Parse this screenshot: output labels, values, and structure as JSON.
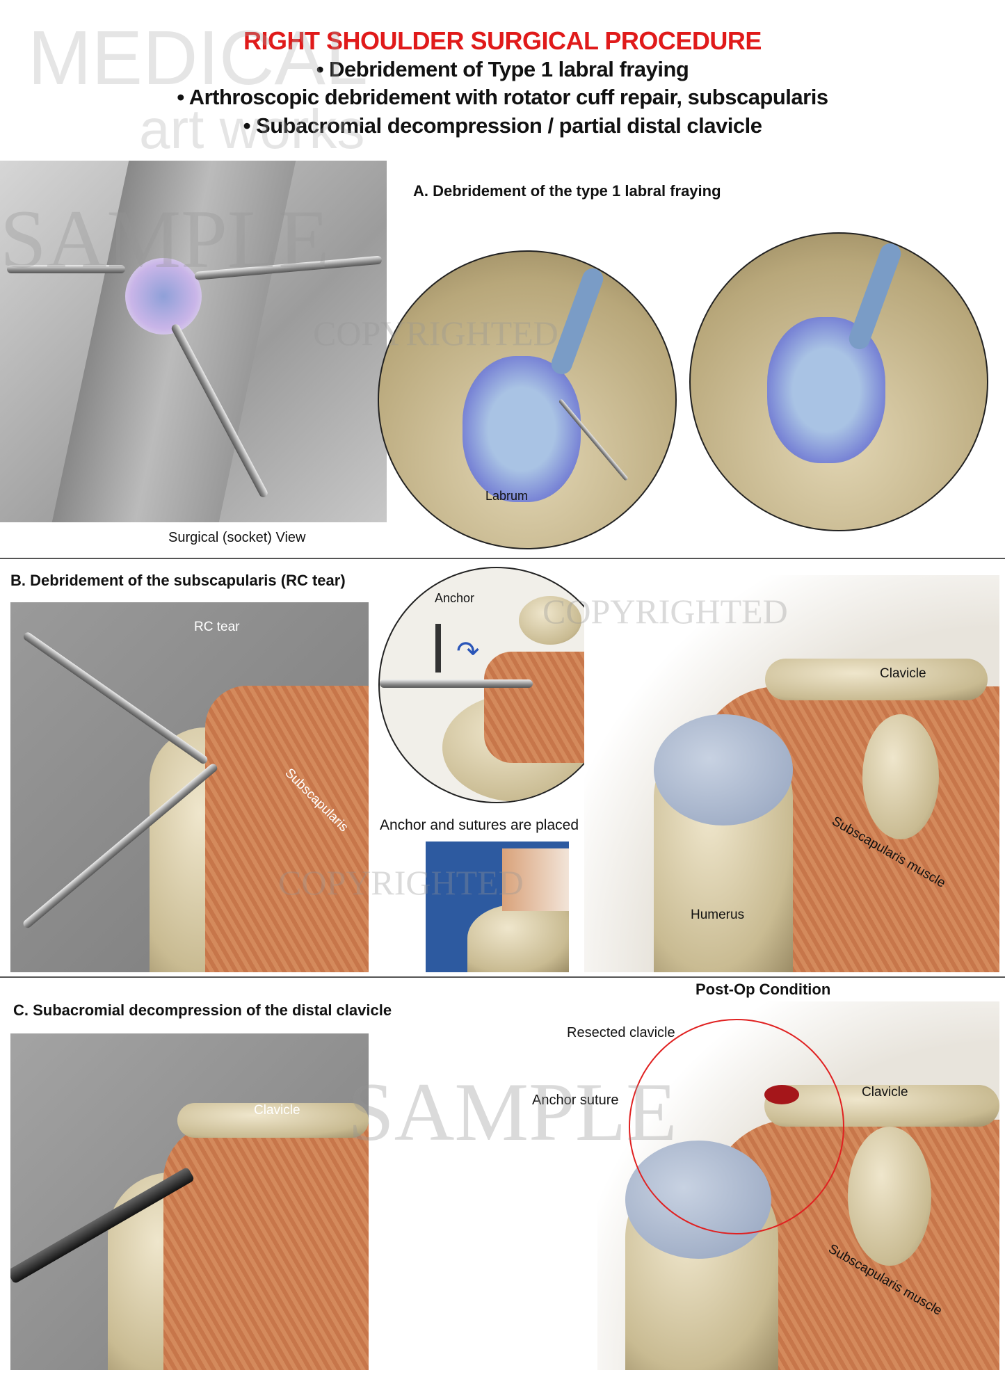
{
  "header": {
    "title": "RIGHT SHOULDER SURGICAL PROCEDURE",
    "bullets": [
      "• Debridement of Type 1 labral fraying",
      "• Arthroscopic debridement with rotator cuff repair, subscapularis",
      "• Subacromial decompression / partial distal clavicle"
    ]
  },
  "section_a": {
    "title": "A. Debridement of the type 1 labral fraying",
    "labrum_label": "Labrum",
    "view_caption": "Surgical (socket) View"
  },
  "section_b": {
    "title": "B. Debridement of the subscapularis (RC tear)",
    "rc_tear_label": "RC tear",
    "subscapularis_label": "Subscapularis",
    "anchor_label": "Anchor",
    "anchor_caption": "Anchor and sutures are placed",
    "clavicle_label": "Clavicle",
    "humerus_label": "Humerus",
    "muscle_label": "Subscapularis muscle"
  },
  "section_c": {
    "title": "C. Subacromial decompression of the distal clavicle",
    "clavicle_label": "Clavicle",
    "postop_title": "Post-Op Condition",
    "resected_label": "Resected clavicle",
    "anchor_suture_label": "Anchor suture",
    "clavicle_label_2": "Clavicle",
    "muscle_label": "Subscapularis muscle"
  },
  "watermark": {
    "brand_top": "MEDICAL",
    "brand_bottom": "art works",
    "sample": "SAMPLE",
    "copyright": "COPYRIGHTED"
  },
  "colors": {
    "title_red": "#e01a1a",
    "labrum_blue": "#7a86d6",
    "muscle": "#c7764a"
  }
}
